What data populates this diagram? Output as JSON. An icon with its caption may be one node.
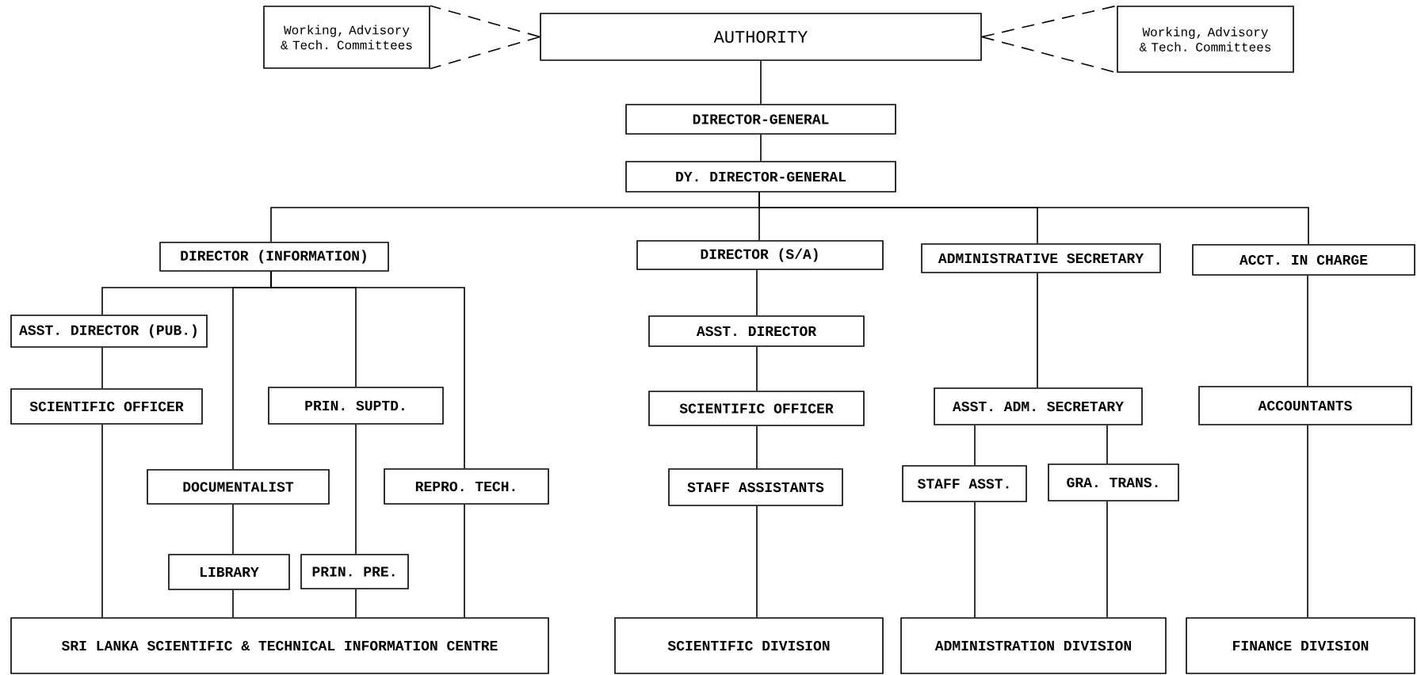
{
  "diagram": {
    "nodes": [
      {
        "text": [
          "Working, Advisory & Tech. Committees"
        ]
      },
      {
        "text": [
          "AUTHORITY"
        ]
      },
      {
        "text": [
          "Working, Advisory & Tech. Committees"
        ]
      },
      {
        "text": [
          "DIRECTOR-GENERAL"
        ]
      },
      {
        "text": [
          "DY. DIRECTOR-GENERAL"
        ]
      },
      {
        "text": [
          "DIRECTOR (INFORMATION)"
        ]
      },
      {
        "text": [
          "DIRECTOR (S/A)"
        ]
      },
      {
        "text": [
          "ADMINISTRATIVE SECRETARY"
        ]
      },
      {
        "text": [
          "ACCT. IN CHARGE"
        ]
      },
      {
        "text": [
          "ASST. DIRECTOR (PUB.)"
        ]
      },
      {
        "text": [
          "SCIENTIFIC OFFICER"
        ]
      },
      {
        "text": [
          "PRIN. SUPTD."
        ]
      },
      {
        "text": [
          "DOCUMENTALIST"
        ]
      },
      {
        "text": [
          "REPRO. TECH."
        ]
      },
      {
        "text": [
          "LIBRARY"
        ]
      },
      {
        "text": [
          "PRIN. PRE."
        ]
      },
      {
        "text": [
          "SRI LANKA SCIENTIFIC & TECHNICAL INFORMATION CENTRE"
        ]
      },
      {
        "text": [
          "ASST. DIRECTOR"
        ]
      },
      {
        "text": [
          "SCIENTIFIC OFFICER"
        ]
      },
      {
        "text": [
          "STAFF ASSISTANTS"
        ]
      },
      {
        "text": [
          "SCIENTIFIC DIVISION"
        ]
      },
      {
        "text": [
          "ASST. ADM. SECRETARY"
        ]
      },
      {
        "text": [
          "STAFF ASST."
        ]
      },
      {
        "text": [
          "GRA. TRANS."
        ]
      },
      {
        "text": [
          "ADMINISTRATION DIVISION"
        ]
      },
      {
        "text": [
          "ACCOUNTANTS"
        ]
      },
      {
        "text": [
          "FINANCE DIVISION"
        ]
      }
    ],
    "edges": [
      {
        "from": 1,
        "to": 0,
        "arrow": "none",
        "style": "dashed"
      },
      {
        "from": 1,
        "to": 2,
        "arrow": "none",
        "style": "dashed"
      },
      {
        "from": 1,
        "to": 3,
        "arrow": "none"
      },
      {
        "from": 3,
        "to": 4,
        "arrow": "none"
      },
      {
        "from": 4,
        "to": 5,
        "arrow": "none"
      },
      {
        "from": 4,
        "to": 6,
        "arrow": "none"
      },
      {
        "from": 4,
        "to": 7,
        "arrow": "none"
      },
      {
        "from": 4,
        "to": 8,
        "arrow": "none"
      },
      {
        "from": 5,
        "to": 9,
        "arrow": "none"
      },
      {
        "from": 5,
        "to": 12,
        "arrow": "none"
      },
      {
        "from": 5,
        "to": 11,
        "arrow": "none"
      },
      {
        "from": 5,
        "to": 13,
        "arrow": "none"
      },
      {
        "from": 9,
        "to": 10,
        "arrow": "none"
      },
      {
        "from": 10,
        "to": 16,
        "arrow": "none"
      },
      {
        "from": 12,
        "to": 14,
        "arrow": "none"
      },
      {
        "from": 14,
        "to": 16,
        "arrow": "none"
      },
      {
        "from": 11,
        "to": 15,
        "arrow": "none"
      },
      {
        "from": 15,
        "to": 16,
        "arrow": "none"
      },
      {
        "from": 13,
        "to": 16,
        "arrow": "none"
      },
      {
        "from": 6,
        "to": 17,
        "arrow": "none"
      },
      {
        "from": 17,
        "to": 18,
        "arrow": "none"
      },
      {
        "from": 18,
        "to": 19,
        "arrow": "none"
      },
      {
        "from": 19,
        "to": 20,
        "arrow": "none"
      },
      {
        "from": 7,
        "to": 21,
        "arrow": "none"
      },
      {
        "from": 21,
        "to": 22,
        "arrow": "none"
      },
      {
        "from": 21,
        "to": 23,
        "arrow": "none"
      },
      {
        "from": 22,
        "to": 24,
        "arrow": "none"
      },
      {
        "from": 23,
        "to": 24,
        "arrow": "none"
      },
      {
        "from": 8,
        "to": 25,
        "arrow": "none"
      },
      {
        "from": 25,
        "to": 26,
        "arrow": "none"
      }
    ]
  }
}
